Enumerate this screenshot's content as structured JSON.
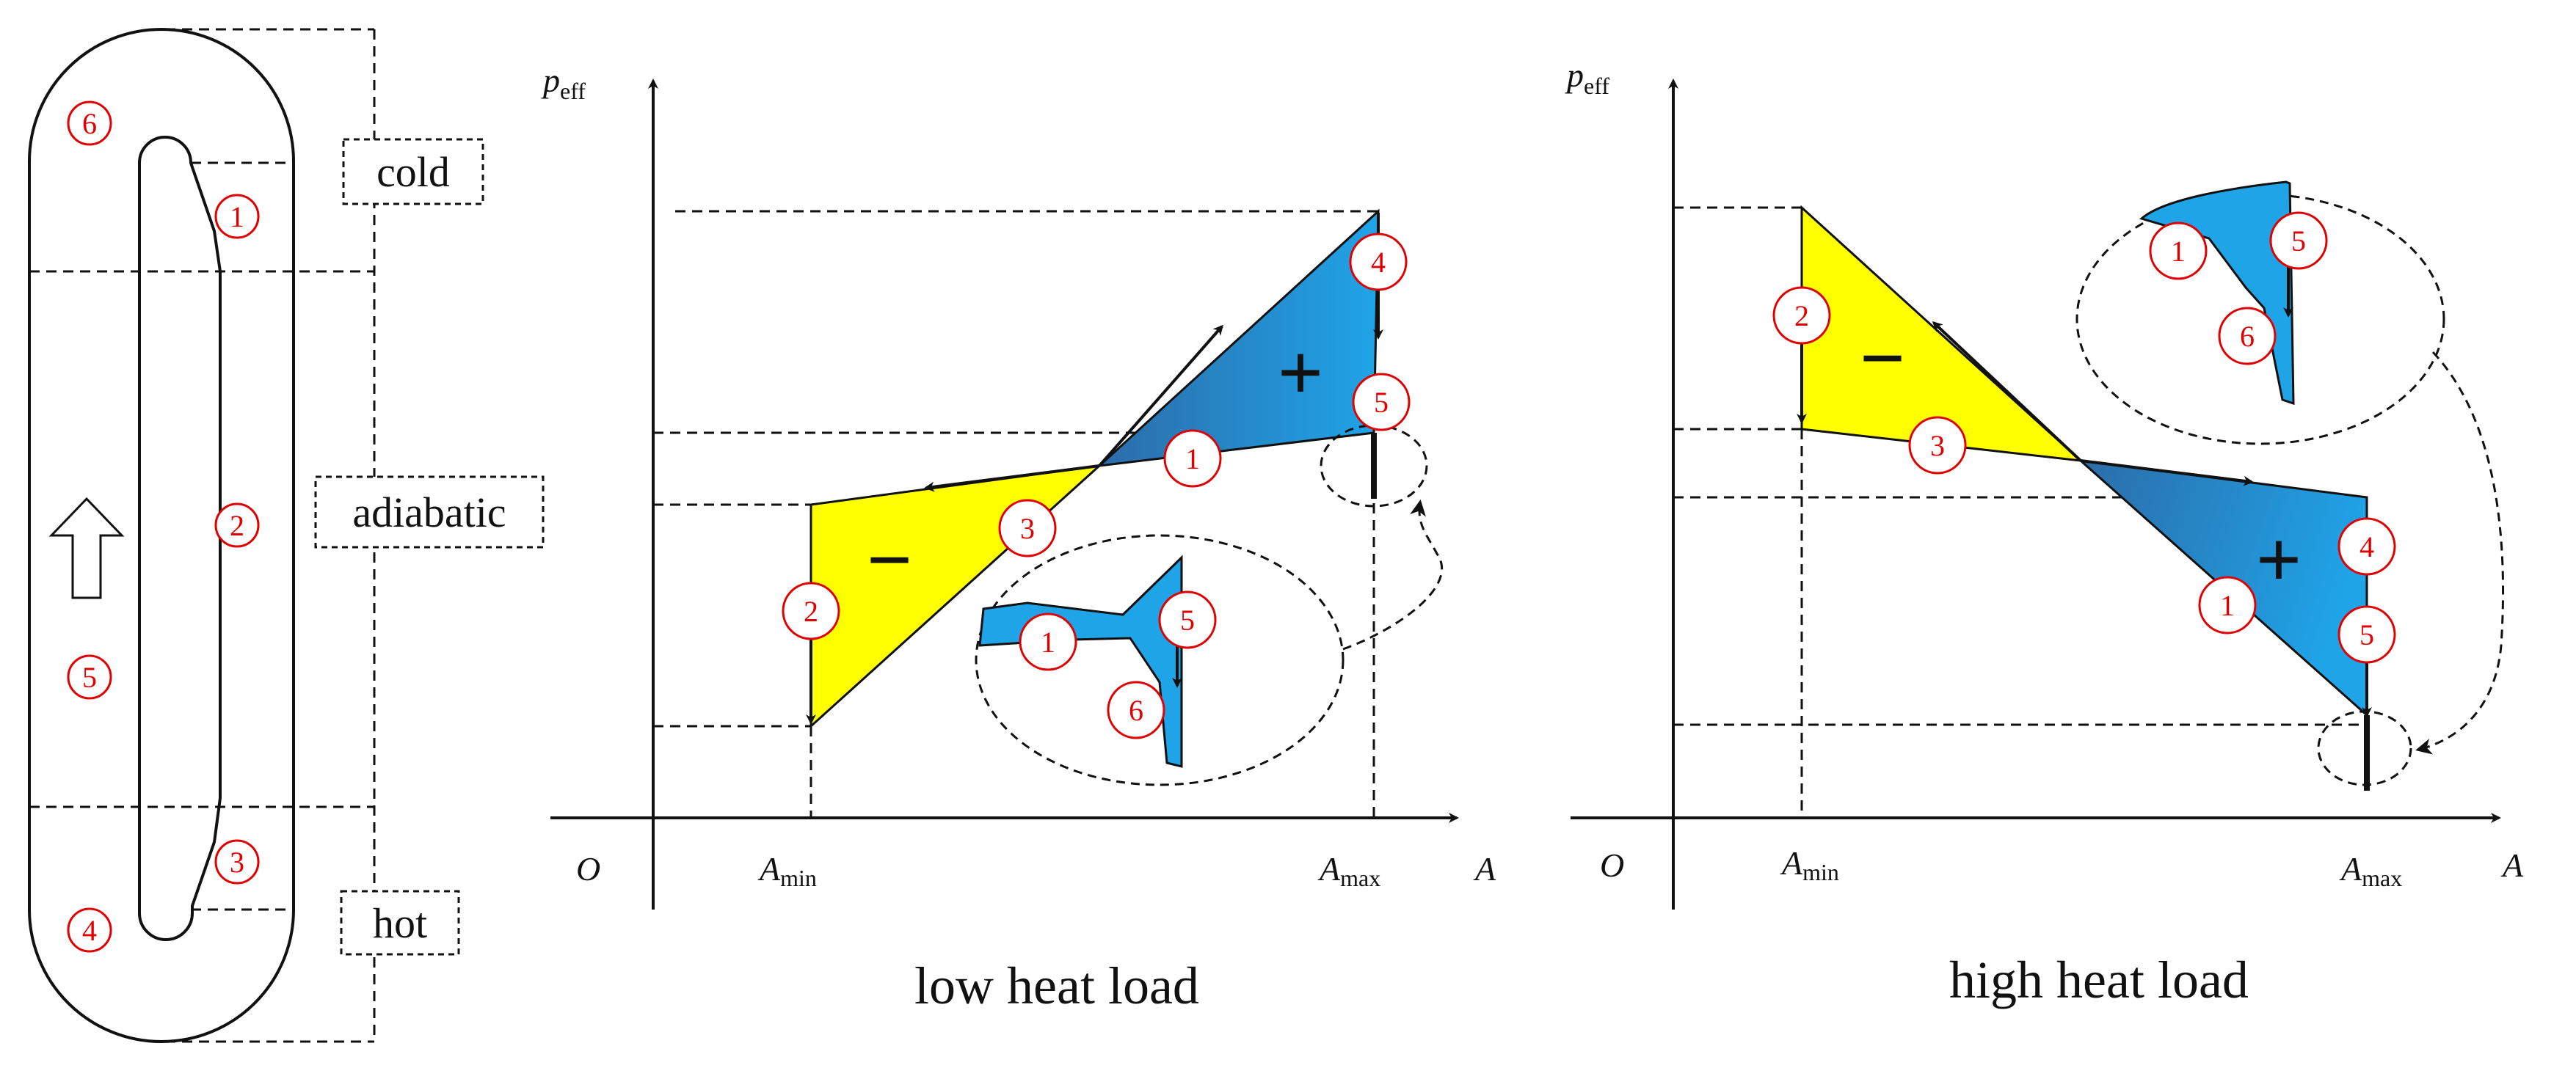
{
  "tube": {
    "zones": {
      "cold": "cold",
      "adiabatic": "adiabatic",
      "hot": "hot"
    },
    "markers": [
      "1",
      "2",
      "3",
      "4",
      "5",
      "6"
    ],
    "flow_direction_icon": "up-arrow-icon"
  },
  "panels": [
    {
      "caption": "low heat load",
      "y_label": "p",
      "y_label_sub": "eff",
      "x_label": "A",
      "origin": "O",
      "a_min": "A",
      "a_min_sub": "min",
      "a_max": "A",
      "a_max_sub": "max",
      "negative_sign": "−",
      "positive_sign": "+",
      "markers": [
        "1",
        "2",
        "3",
        "4",
        "5",
        "1",
        "5",
        "6"
      ]
    },
    {
      "caption": "high heat load",
      "y_label": "p",
      "y_label_sub": "eff",
      "x_label": "A",
      "origin": "O",
      "a_min": "A",
      "a_min_sub": "min",
      "a_max": "A",
      "a_max_sub": "max",
      "negative_sign": "−",
      "positive_sign": "+",
      "markers": [
        "2",
        "3",
        "4",
        "5",
        "1",
        "1",
        "5",
        "6"
      ]
    }
  ],
  "colors": {
    "negative_region": "#ffff00",
    "positive_region": "#1fa4e8",
    "positive_region_dark": "#2c6ca8",
    "marker": "#e00000",
    "line": "#111111"
  }
}
